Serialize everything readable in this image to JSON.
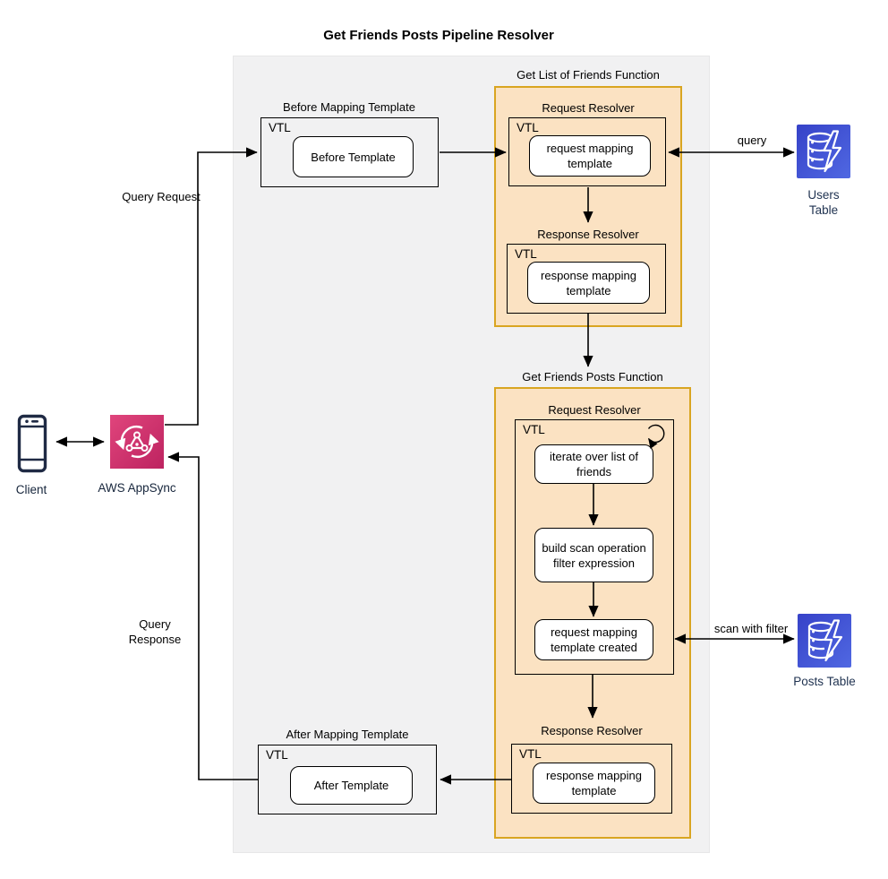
{
  "title": "Get Friends Posts Pipeline Resolver",
  "client": {
    "label": "Client"
  },
  "appsync": {
    "label": "AWS AppSync"
  },
  "edges": {
    "query_request": "Query Request",
    "query_response": "Query Response",
    "query": "query",
    "scan_with_filter": "scan with filter"
  },
  "before_template": {
    "label": "Before Mapping Template",
    "vtl": "VTL",
    "template": "Before Template"
  },
  "after_template": {
    "label": "After Mapping Template",
    "vtl": "VTL",
    "template": "After Template"
  },
  "function1": {
    "label": "Get List of Friends Function",
    "request_resolver": "Request Resolver",
    "response_resolver": "Response Resolver",
    "vtl_request": "VTL",
    "vtl_response": "VTL",
    "request_template": "request mapping template",
    "response_template": "response mapping template"
  },
  "function2": {
    "label": "Get Friends Posts Function",
    "request_resolver": "Request Resolver",
    "response_resolver": "Response Resolver",
    "vtl_request": "VTL",
    "vtl_response": "VTL",
    "steps": [
      "iterate over list of friends",
      "build scan operation filter expression",
      "request mapping template created"
    ],
    "response_template": "response mapping template"
  },
  "tables": {
    "users": "Users Table",
    "posts": "Posts Table"
  },
  "colors": {
    "function_fill": "#fbe2c2",
    "function_border": "#d9a521",
    "canvas_fill": "#f1f1f2",
    "dynamodb_blue_dark": "#3642c8",
    "dynamodb_blue_light": "#5068e2",
    "appsync_pink_light": "#e0457c",
    "appsync_pink_dark": "#bd2360",
    "line_color": "#000000"
  }
}
